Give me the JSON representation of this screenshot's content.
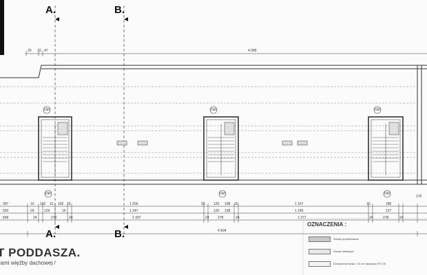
{
  "sheet": {
    "section_marks": {
      "a_top": "A.",
      "b_top": "B.",
      "a_bottom": "A.",
      "b_bottom": "B."
    },
    "title": "T PODDASZA.",
    "subtitle": "rami więźby dachowej /",
    "overall_top": "4 089",
    "overall_bottom": "4 904",
    "top_dims": [
      "20",
      "10",
      "47"
    ],
    "row1": [
      "397",
      "10",
      "102",
      "12",
      "105",
      "20",
      "1 256",
      "33",
      "120",
      "108",
      "20",
      "1 167",
      "10",
      "185"
    ],
    "row2": [
      "520",
      "29",
      "129",
      "15",
      "1 247",
      "120",
      "108",
      "1 245",
      "127"
    ],
    "row3": [
      "599",
      "24",
      "278",
      "24",
      "1 397",
      "24",
      "278",
      "24",
      "1 277",
      "24",
      "278",
      "24"
    ],
    "right_dim": "170"
  },
  "legend": {
    "title": "OZNACZENIA :",
    "items": [
      {
        "label": "Ściany projektowane",
        "color": "#c9c9c9"
      },
      {
        "label": "Ściany istniejące",
        "color": "#e8e8e8"
      },
      {
        "label": "Docieplenie ścian / 10 cm styropian PS 15/",
        "color": "#f4f4f4"
      }
    ]
  },
  "stairs": [
    {
      "label_top": "Okf",
      "label_bottom": "Okf"
    },
    {
      "label_top": "Okf",
      "label_bottom": "Okf"
    },
    {
      "label_top": "Okf",
      "label_bottom": "Okf"
    }
  ]
}
